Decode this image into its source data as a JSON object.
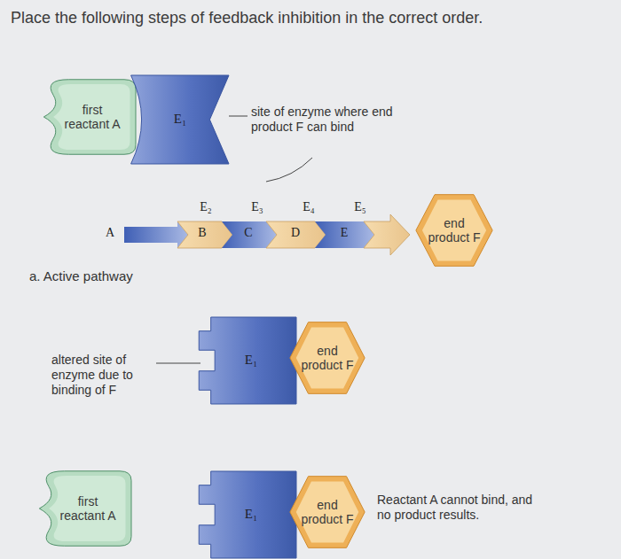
{
  "diagram": {
    "title": "Place the following steps of feedback inhibition in the correct order.",
    "nodes": [
      {
        "text": [
          "first reactant A"
        ]
      },
      {
        "text": [
          "E₁"
        ]
      },
      {
        "text": [
          "end product F"
        ]
      },
      {
        "text": [
          "E₁"
        ]
      },
      {
        "text": [
          "end product F"
        ]
      },
      {
        "text": [
          "first reactant A"
        ]
      },
      {
        "text": [
          "E₁"
        ]
      },
      {
        "text": [
          "end product F"
        ]
      }
    ],
    "labels": [
      "site of enzyme where end product F can bind",
      "A",
      "E₂",
      "B",
      "E₃",
      "C",
      "E₄",
      "D",
      "E₅",
      "E",
      "a. Active pathway",
      "altered site of enzyme due to binding of F",
      "Reactant A cannot bind, and no product results."
    ]
  }
}
